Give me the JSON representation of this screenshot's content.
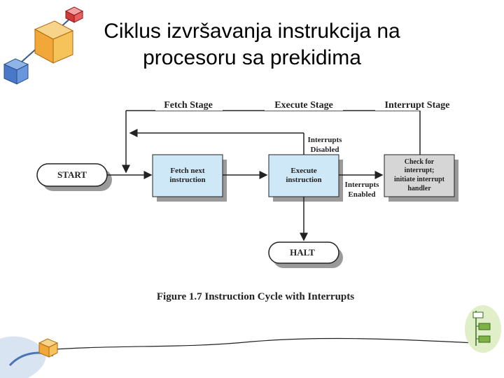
{
  "slide": {
    "title_line1": "Ciklus izvršavanja instrukcija na",
    "title_line2": "procesoru sa prekidima"
  },
  "diagram": {
    "stages": {
      "fetch": "Fetch Stage",
      "execute": "Execute Stage",
      "interrupt": "Interrupt Stage"
    },
    "nodes": {
      "start": "START",
      "fetch_line1": "Fetch next",
      "fetch_line2": "instruction",
      "execute_line1": "Execute",
      "execute_line2": "instruction",
      "check_line1": "Check for",
      "check_line2": "interrupt;",
      "check_line3": "initiate interrupt",
      "check_line4": "handler",
      "halt": "HALT"
    },
    "labels": {
      "disabled_line1": "Interrupts",
      "disabled_line2": "Disabled",
      "enabled_line1": "Interrupts",
      "enabled_line2": "Enabled"
    },
    "caption": "Figure 1.7  Instruction Cycle with Interrupts",
    "colors": {
      "box_fill": "#cfe8f8",
      "check_fill": "#d6d6d6",
      "shadow": "#9a9a9a",
      "line": "#222222"
    }
  }
}
